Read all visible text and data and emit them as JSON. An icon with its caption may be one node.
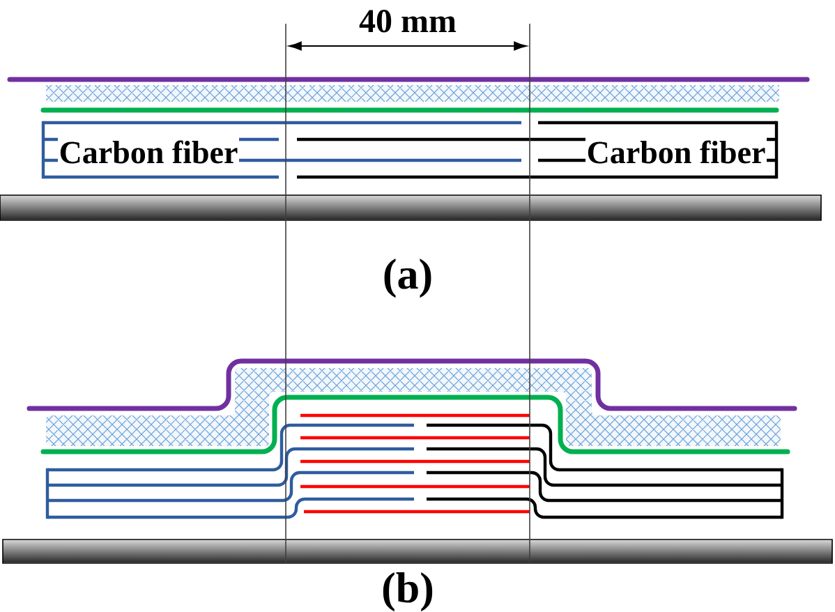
{
  "diagram": {
    "labels": [
      "40 mm",
      "Carbon fiber",
      "Carbon fiber",
      "(a)",
      "(b)"
    ]
  }
}
